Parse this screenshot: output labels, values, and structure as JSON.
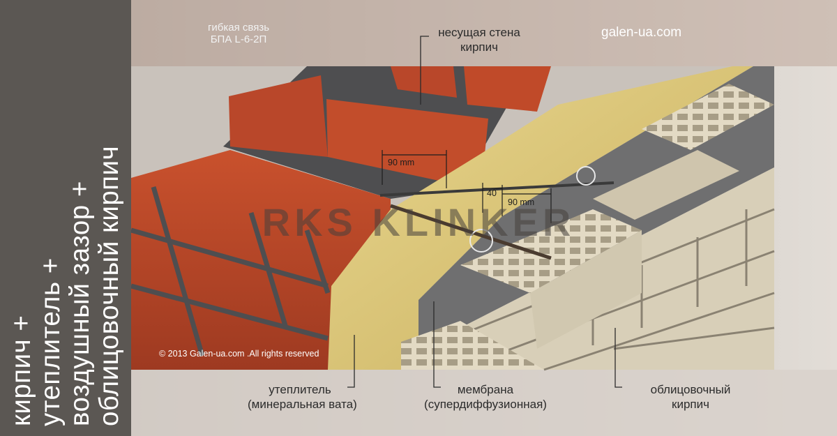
{
  "side_title": [
    "кирпич +",
    "утеплитель +",
    "воздушный зазор +",
    "облицовочный кирпич"
  ],
  "labels": {
    "tie": [
      "гибкая связь",
      "БПА L-6-2П"
    ],
    "bearing_wall": [
      "несущая стена",
      "кирпич"
    ],
    "insulation": [
      "утеплитель",
      "(минеральная вата)"
    ],
    "membrane": [
      "мембрана",
      "(супердиффузионная)"
    ],
    "facing_brick": [
      "облицовочный",
      "кирпич"
    ]
  },
  "dimensions": {
    "anchor_depth": "90 mm",
    "gap": "40",
    "insulation_depth": "90 mm"
  },
  "site": "galen-ua.com",
  "copyright": "© 2013 Galen-ua.com .All rights reserved",
  "watermark": "RKS KLINKER",
  "colors": {
    "side_panel": "#5b5753",
    "brick_red": "#b9472a",
    "mortar": "#4e4e50",
    "insulation": "#d9c67a",
    "membrane": "#6f6f70",
    "facing_brick": "#d8cfb8",
    "leader_line": "#2b2b2b"
  }
}
